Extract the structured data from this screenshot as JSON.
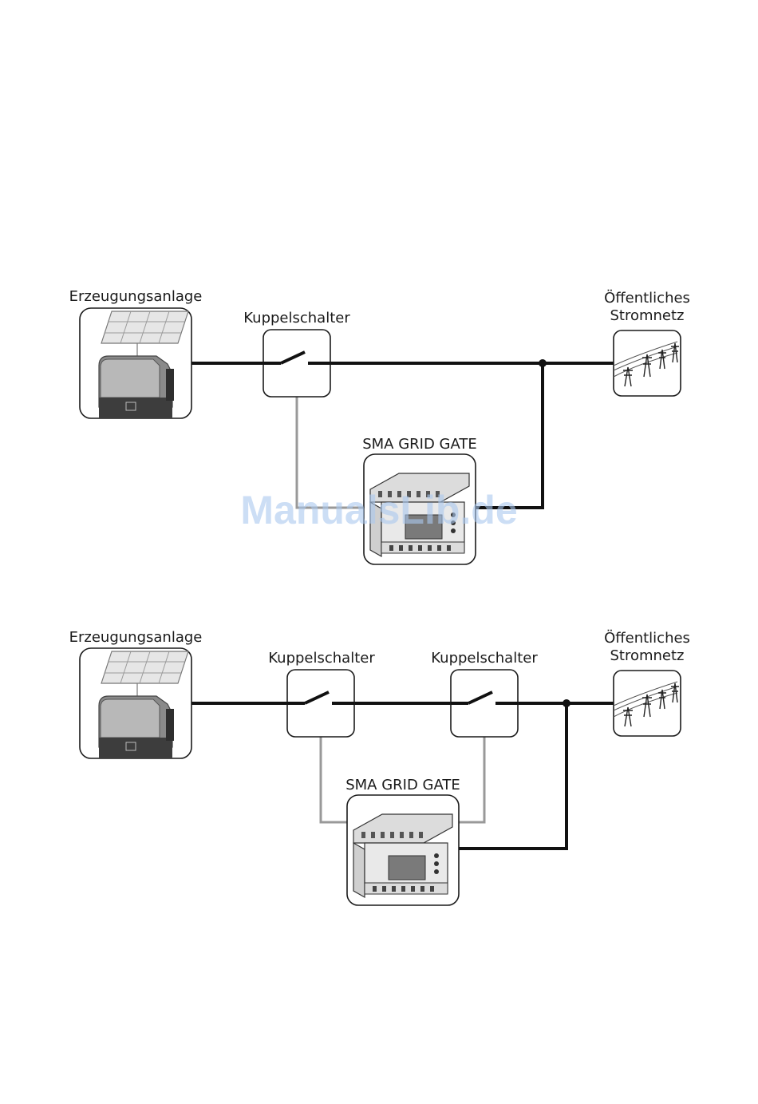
{
  "diagrams": [
    {
      "generator_label": "Erzeugungsanlage",
      "switch_labels": [
        "Kuppelschalter"
      ],
      "gate_label": "SMA GRID GATE",
      "grid_label_line1": "Öffentliches",
      "grid_label_line2": "Stromnetz"
    },
    {
      "generator_label": "Erzeugungsanlage",
      "switch_labels": [
        "Kuppelschalter",
        "Kuppelschalter"
      ],
      "gate_label": "SMA GRID GATE",
      "grid_label_line1": "Öffentliches",
      "grid_label_line2": "Stromnetz"
    }
  ],
  "watermark": "ManualsLib.de",
  "colors": {
    "power_line": "#111111",
    "control_line": "#999999",
    "watermark": "#aac8ee"
  }
}
